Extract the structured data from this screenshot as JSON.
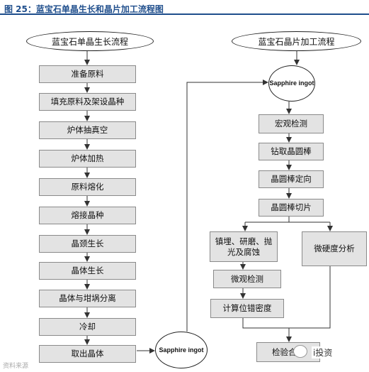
{
  "title": "图 25：蓝宝石单晶生长和晶片加工流程图",
  "left_flow": {
    "header": "蓝宝石单晶生长流程",
    "steps": [
      "准备原料",
      "填充原料及架设晶种",
      "炉体抽真空",
      "炉体加热",
      "原料熔化",
      "熔接晶种",
      "晶颈生长",
      "晶体生长",
      "晶体与坩埚分离",
      "冷却",
      "取出晶体"
    ]
  },
  "right_flow": {
    "header": "蓝宝石晶片加工流程",
    "ingot_top": "Sapphire ingot",
    "ingot_bottom": "Sapphire ingot",
    "steps": [
      "宏观检测",
      "钻取晶圆棒",
      "晶圆棒定向",
      "晶圆棒切片"
    ],
    "branch_left": [
      "镇埋、研磨、抛光及腐蚀",
      "微观检测",
      "计算位错密度"
    ],
    "branch_right": "微硬度分析",
    "final": "检验合格"
  },
  "source": "资料来源",
  "watermark": "i投资"
}
